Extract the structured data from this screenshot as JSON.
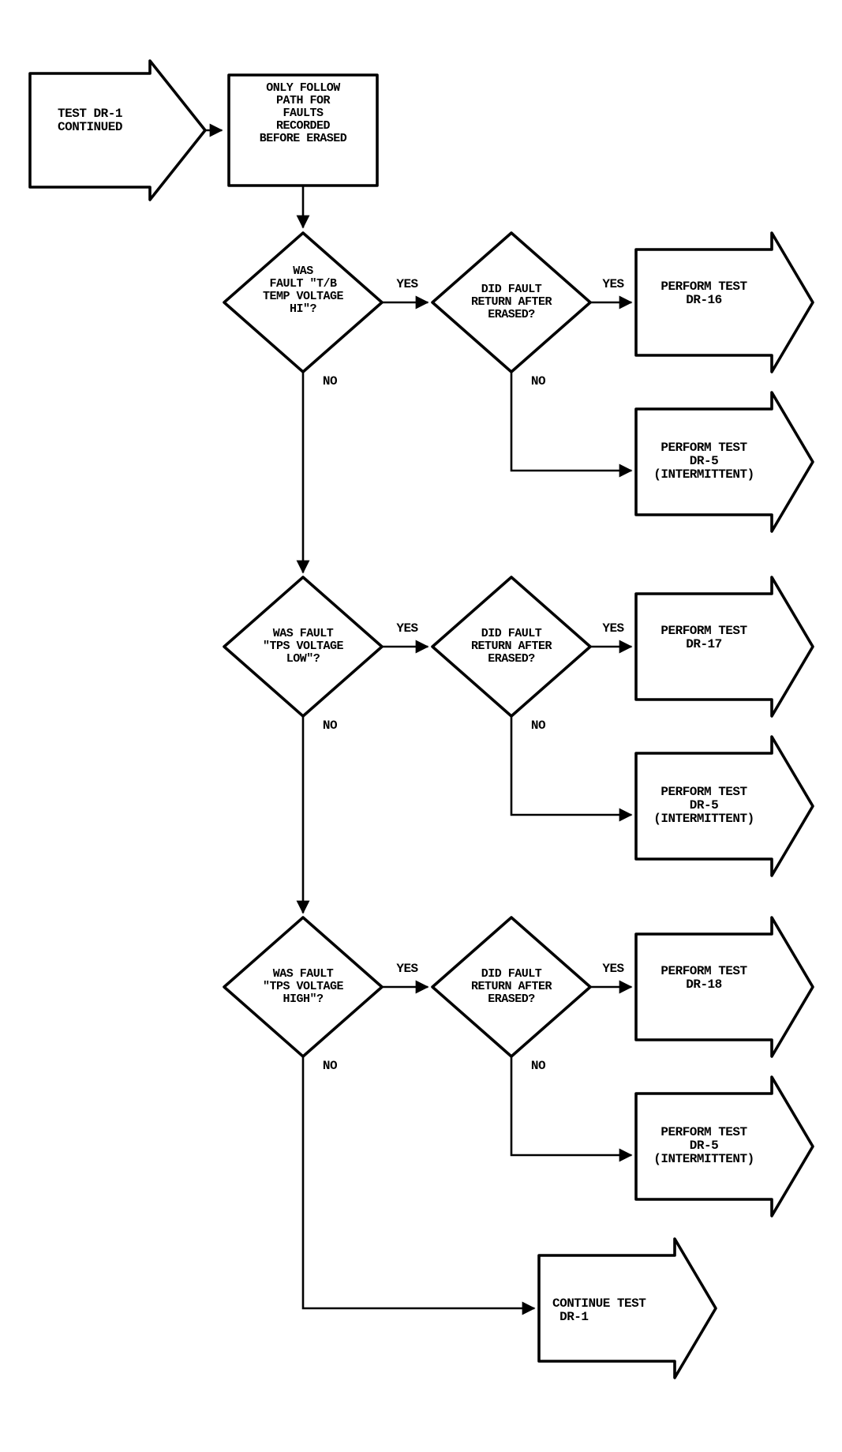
{
  "colors": {
    "background": "#ffffff",
    "line": "#000000",
    "text": "#000000"
  },
  "start": {
    "label": "TEST DR-1\nCONTINUED"
  },
  "note": {
    "label": "ONLY FOLLOW\nPATH FOR\nFAULTS\nRECORDED\nBEFORE ERASED"
  },
  "rows": [
    {
      "question": "WAS\nFAULT \"T/B\nTEMP VOLTAGE\nHI\"?",
      "yes1": "YES",
      "no1": "NO",
      "recheck": "DID FAULT\nRETURN AFTER\nERASED?",
      "yes2": "YES",
      "no2": "NO",
      "yes_action": "PERFORM TEST\nDR-16",
      "no_action": "PERFORM TEST\nDR-5\n(INTERMITTENT)"
    },
    {
      "question": "WAS FAULT\n\"TPS VOLTAGE\nLOW\"?",
      "yes1": "YES",
      "no1": "NO",
      "recheck": "DID FAULT\nRETURN AFTER\nERASED?",
      "yes2": "YES",
      "no2": "NO",
      "yes_action": "PERFORM TEST\nDR-17",
      "no_action": "PERFORM TEST\nDR-5\n(INTERMITTENT)"
    },
    {
      "question": "WAS FAULT\n\"TPS VOLTAGE\nHIGH\"?",
      "yes1": "YES",
      "no1": "NO",
      "recheck": "DID FAULT\nRETURN AFTER\nERASED?",
      "yes2": "YES",
      "no2": "NO",
      "yes_action": "PERFORM TEST\nDR-18",
      "no_action": "PERFORM TEST\nDR-5\n(INTERMITTENT)"
    }
  ],
  "final": {
    "action": "CONTINUE TEST\n DR-1"
  }
}
